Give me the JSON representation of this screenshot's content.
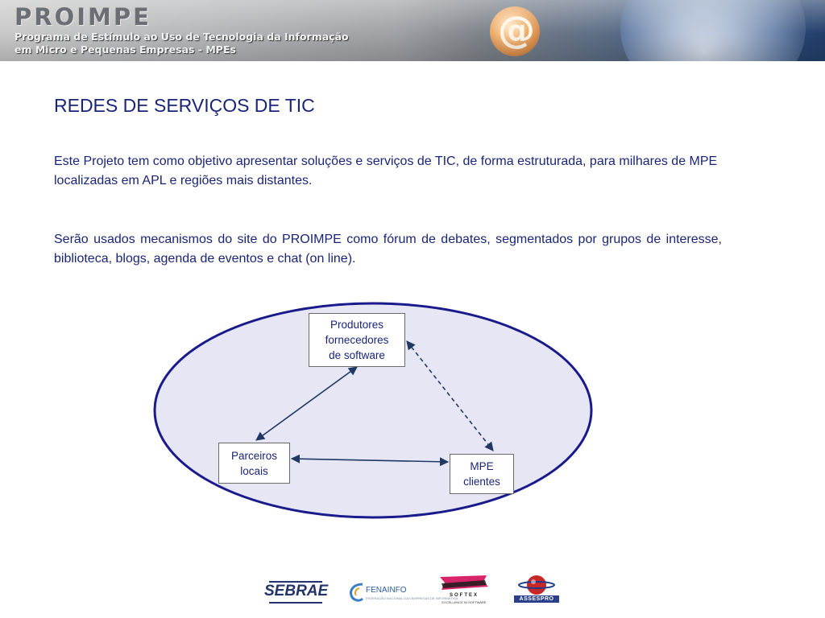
{
  "banner": {
    "title": "PROIMPE",
    "subtitle_line1": "Programa de Estímulo ao Uso de Tecnologia da Informação",
    "subtitle_line2": "em Micro e Pequenas Empresas - MPEs",
    "logo_glyph": "@"
  },
  "slide": {
    "heading": "REDES DE SERVIÇOS DE TIC",
    "paragraph1": "Este Projeto tem como objetivo apresentar soluções e serviços de TIC, de forma estruturada, para milhares de MPE localizadas em APL e regiões mais distantes.",
    "paragraph2": "Serão usados mecanismos do site do PROIMPE como fórum de debates, segmentados por grupos de interesse, biblioteca, blogs,  agenda de eventos e chat (on line)."
  },
  "diagram": {
    "nodes": {
      "produtores": "Produtores\nfornecedores\nde software",
      "parceiros": "Parceiros\nlocais",
      "mpe": "MPE\nclientes"
    },
    "edges": [
      {
        "from": "parceiros",
        "to": "produtores",
        "style": "solid",
        "arrows": "both"
      },
      {
        "from": "parceiros",
        "to": "mpe",
        "style": "solid",
        "arrows": "both"
      },
      {
        "from": "produtores",
        "to": "mpe",
        "style": "dashed",
        "arrows": "both"
      }
    ],
    "colors": {
      "ellipse_fill": "#e6e6f5",
      "ellipse_stroke": "#1a1a8c",
      "arrow": "#1f3864",
      "text": "#1a2577"
    }
  },
  "logos": {
    "sebrae": "SEBRAE",
    "fenainfo": "FENAINFO",
    "fenainfo_tagline": "FEDERAÇÃO NACIONAL DAS EMPRESAS DE INFORMÁTICA",
    "softex": "SOFTEX",
    "softex_tagline": "EXCELLENCE IN SOFTWARE",
    "assespro": "ASSESPRO"
  }
}
